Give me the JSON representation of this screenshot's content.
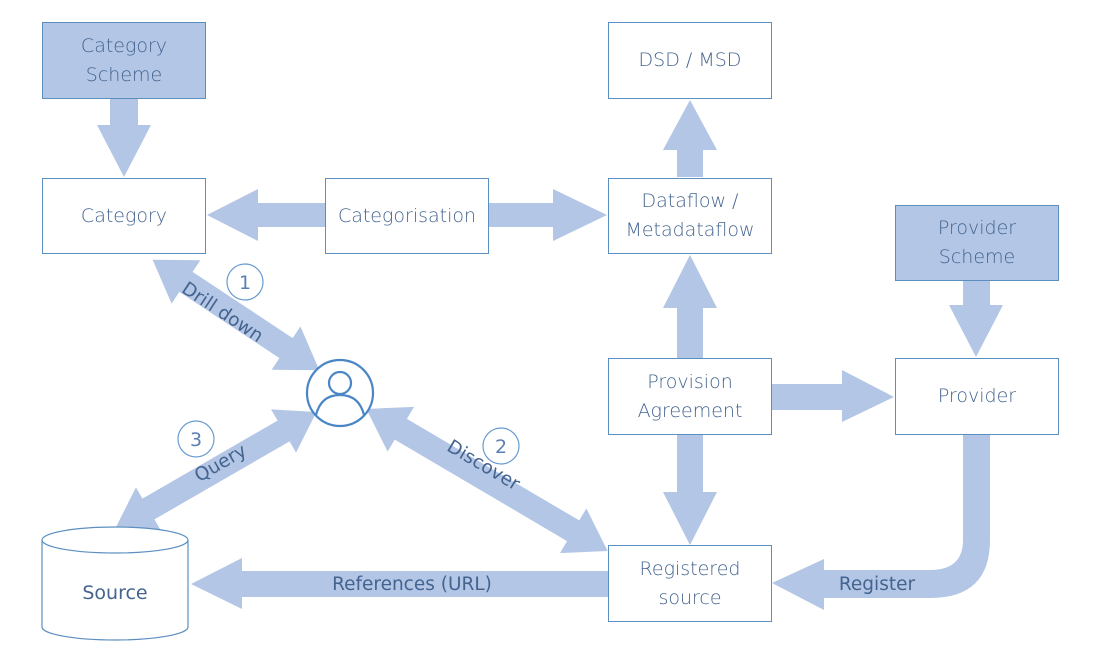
{
  "diagram": {
    "colors": {
      "arrow_fill": "#b3c6e6",
      "box_border": "#5b8fc0",
      "text": "#44648f",
      "filled_box": "#b3c6e6"
    },
    "nodes": {
      "category_scheme": "Category\nScheme",
      "category": "Category",
      "categorisation": "Categorisation",
      "dsd_msd": "DSD / MSD",
      "dataflow": "Dataflow /\nMetadataflow",
      "provider_scheme": "Provider\nScheme",
      "provision_agreement": "Provision\nAgreement",
      "provider": "Provider",
      "registered_source": "Registered\nsource",
      "source": "Source"
    },
    "edges": {
      "drill_down": "Drill down",
      "query": "Query",
      "discover": "Discover",
      "references": "References (URL)",
      "register": "Register"
    },
    "steps": {
      "one": "1",
      "two": "2",
      "three": "3"
    },
    "user_icon": "user-circle-icon"
  }
}
